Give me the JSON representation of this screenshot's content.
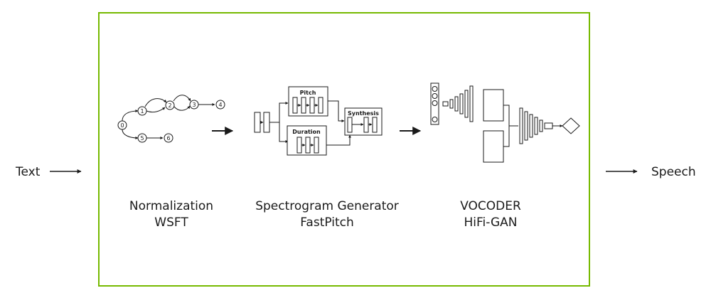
{
  "input_label": "Text",
  "output_label": "Speech",
  "stages": [
    {
      "title": "Normalization",
      "subtitle": "WSFT"
    },
    {
      "title": "Spectrogram Generator",
      "subtitle": "FastPitch"
    },
    {
      "title": "VOCODER",
      "subtitle": "HiFi-GAN"
    }
  ],
  "normalization_graph": {
    "nodes": [
      "0",
      "1",
      "2",
      "3",
      "4",
      "5",
      "6"
    ]
  },
  "fastpitch_blocks": {
    "pitch": "Pitch",
    "duration": "Duration",
    "synthesis": "Synthesis"
  },
  "colors": {
    "frame": "#76b900",
    "ink": "#1a1a1a"
  }
}
